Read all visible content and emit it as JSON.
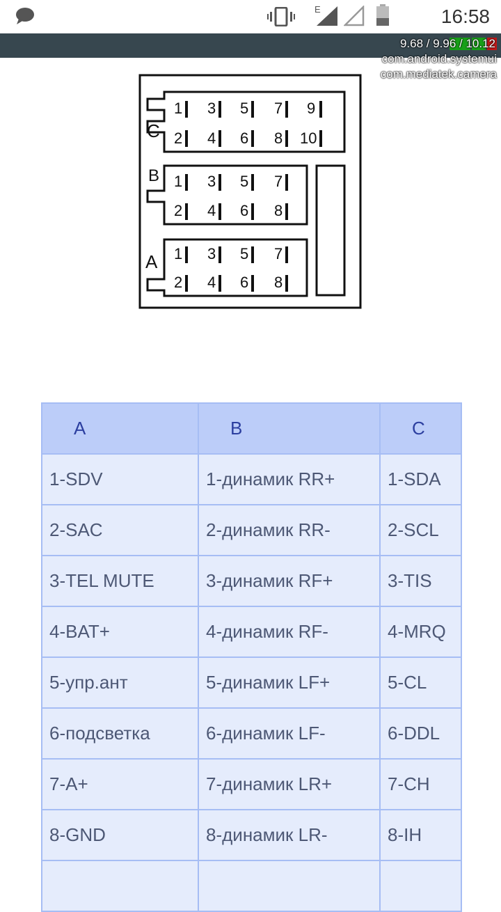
{
  "status_bar": {
    "time": "16:58",
    "network_label": "E",
    "icons": [
      "chat-icon",
      "vibrate-icon",
      "signal-icon",
      "signal-empty-icon",
      "battery-icon"
    ]
  },
  "overlay": {
    "load": "9.68 / 9.96 / 10.12",
    "processes": [
      "com.android.systemui",
      "com.mediatek.camera"
    ]
  },
  "diagram": {
    "blocks": [
      {
        "label": "C",
        "top_pins": [
          "1",
          "3",
          "5",
          "7",
          "9"
        ],
        "bottom_pins": [
          "2",
          "4",
          "6",
          "8",
          "10"
        ]
      },
      {
        "label": "B",
        "top_pins": [
          "1",
          "3",
          "5",
          "7"
        ],
        "bottom_pins": [
          "2",
          "4",
          "6",
          "8"
        ]
      },
      {
        "label": "A",
        "top_pins": [
          "1",
          "3",
          "5",
          "7"
        ],
        "bottom_pins": [
          "2",
          "4",
          "6",
          "8"
        ]
      }
    ]
  },
  "table": {
    "headers": [
      "A",
      "B",
      "C"
    ],
    "rows": [
      [
        "1-SDV",
        "1-динамик RR+",
        "1-SDA"
      ],
      [
        "2-SAC",
        "2-динамик RR-",
        "2-SCL"
      ],
      [
        "3-TEL MUTE",
        "3-динамик RF+",
        "3-TIS"
      ],
      [
        "4-BAT+",
        "4-динамик RF-",
        "4-MRQ"
      ],
      [
        "5-упр.ант",
        "5-динамик LF+",
        "5-CL"
      ],
      [
        "6-подсветка",
        "6-динамик LF-",
        "6-DDL"
      ],
      [
        "7-A+",
        "7-динамик LR+",
        "7-CH"
      ],
      [
        "8-GND",
        "8-динамик LR-",
        "8-IH"
      ],
      [
        "",
        "",
        ""
      ]
    ]
  },
  "colors": {
    "header_bg": "#bccdf9",
    "cell_bg": "#e5ecfc",
    "border": "#a6bdf4",
    "header_text": "#2c3fa0",
    "cell_text": "#4d5875"
  }
}
